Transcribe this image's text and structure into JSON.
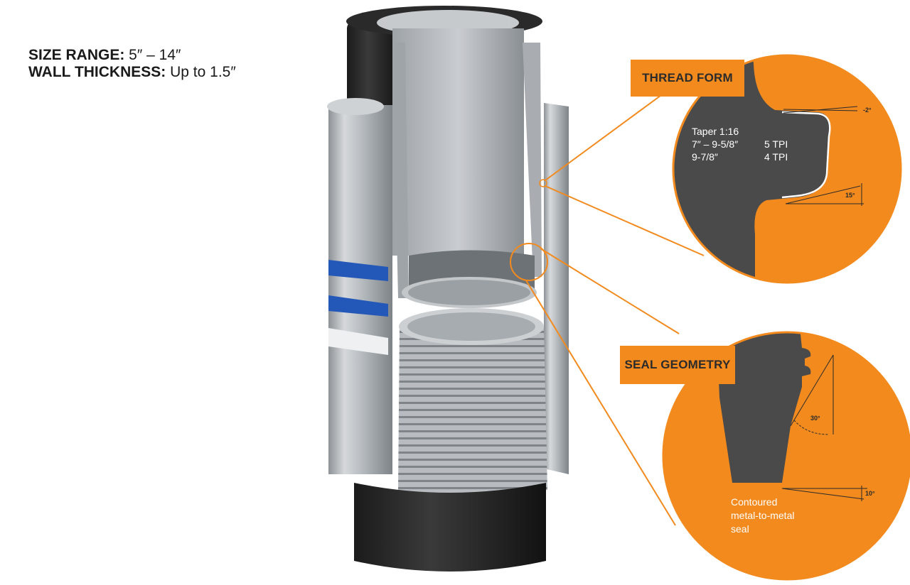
{
  "specs": {
    "size_range_label": "SIZE RANGE:",
    "size_range_value": " 5″ – 14″",
    "wall_thickness_label": "WALL THICKNESS:",
    "wall_thickness_value": " Up to 1.5″"
  },
  "thread_form": {
    "title": "THREAD FORM",
    "taper": "Taper 1:16",
    "rows": [
      {
        "size": "7″ – 9-5/8″",
        "tpi": "5 TPI"
      },
      {
        "size": "9-7/8″",
        "tpi": "4 TPI"
      }
    ],
    "angle_top": "-2°",
    "angle_bottom": "15°"
  },
  "seal_geometry": {
    "title": "SEAL GEOMETRY",
    "angle_seal": "30°",
    "angle_base": "10°",
    "note_lines": [
      "Contoured",
      "metal-to-metal",
      "seal"
    ]
  },
  "colors": {
    "orange": "#f28a1e",
    "dark_gray": "#4a4a4a",
    "steel": "#b9bdc1",
    "blue_band": "#2458b8"
  }
}
